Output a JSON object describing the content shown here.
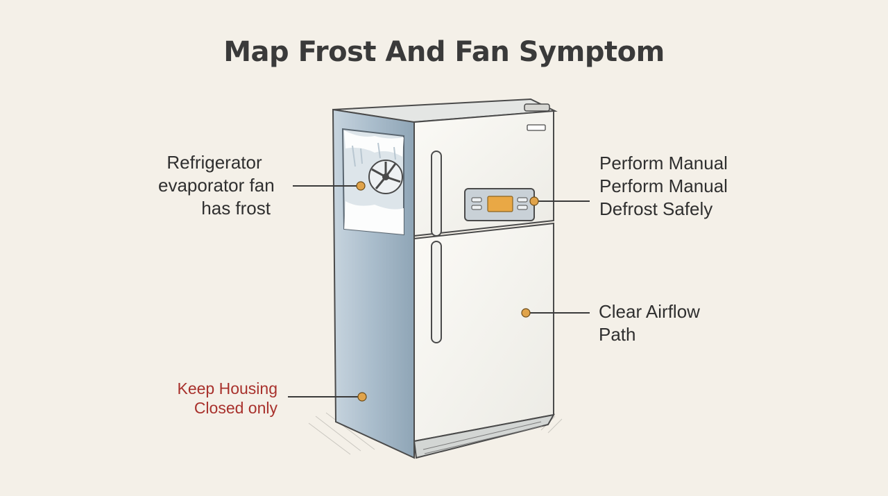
{
  "title": "Map Frost And Fan Symptom",
  "colors": {
    "background": "#f4f0e8",
    "accent_dot": "#e0a34a",
    "warning_text": "#a8312c",
    "display_panel": "#e9a845",
    "fridge_side": "#a9bccb",
    "fridge_front": "#f5f3ee"
  },
  "callouts": {
    "fan_frost": {
      "lines": [
        "Refrigerator",
        "evaporator fan",
        "has frost"
      ]
    },
    "manual_defrost": {
      "lines": [
        "Perform Manual",
        "Perform Manual",
        "Defrost Safely"
      ]
    },
    "airflow": {
      "lines": [
        "Clear Airflow",
        "Path"
      ]
    },
    "housing": {
      "lines": [
        "Keep Housing",
        "Closed only"
      ]
    }
  }
}
